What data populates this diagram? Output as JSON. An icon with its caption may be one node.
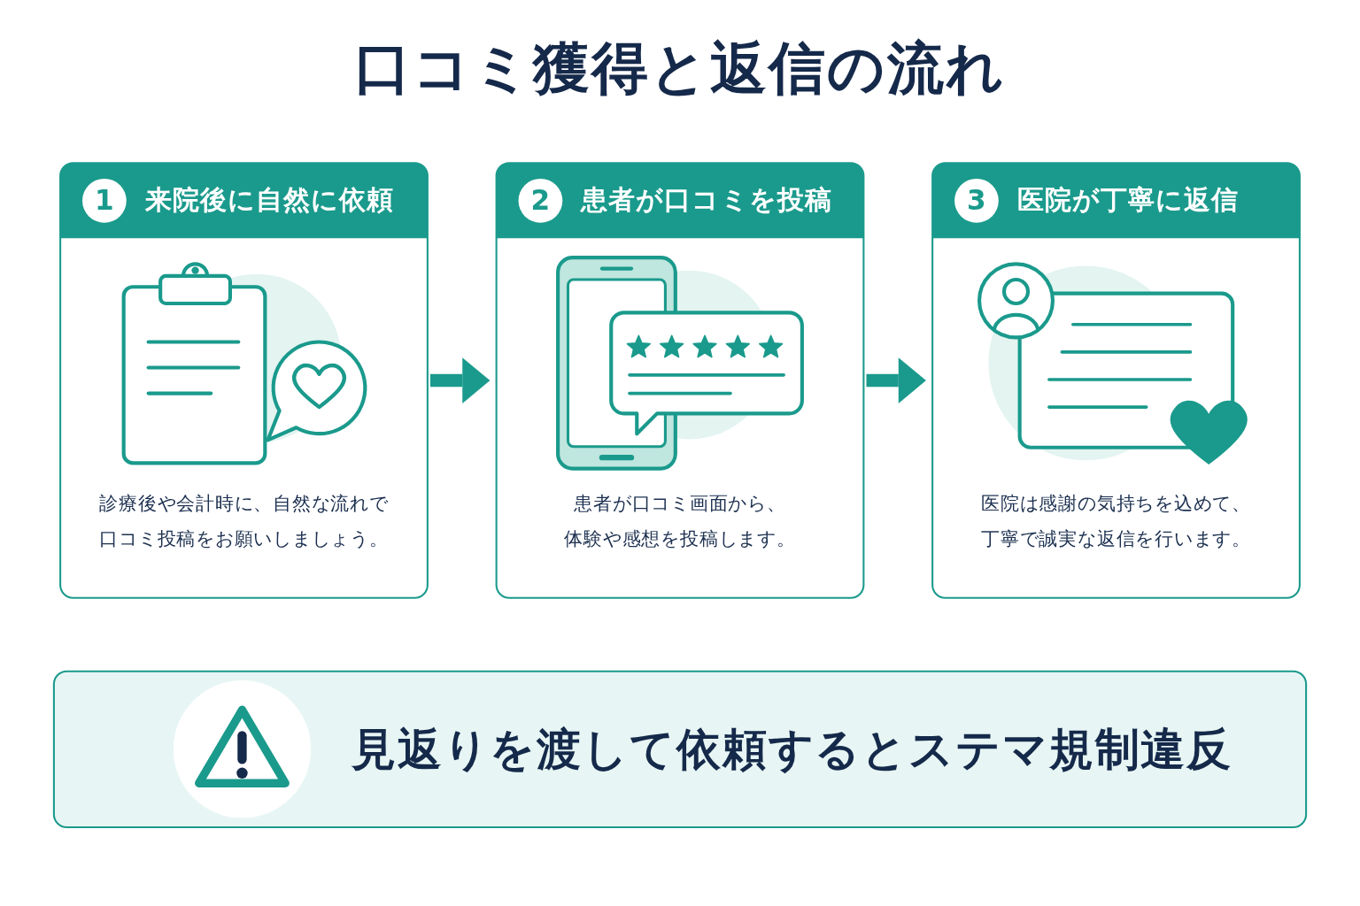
{
  "diagram": {
    "title": "口コミ獲得と返信の流れ",
    "nodes": [
      {
        "text": [
          "1",
          "来院後に自然に依頼",
          "診療後や会計時に、自然な流れで口コミ投稿をお願いしましょう。"
        ]
      },
      {
        "text": [
          "2",
          "患者が口コミを投稿",
          "患者が口コミ画面から、体験や感想を投稿します。"
        ]
      },
      {
        "text": [
          "3",
          "医院が丁寧に返信",
          "医院は感謝の気持ちを込めて、丁寧で誠実な返信を行います。"
        ]
      },
      {
        "text": [
          "見返りを渡して依頼するとステマ規制違反"
        ]
      }
    ],
    "edges": [
      {
        "from": 0,
        "to": 1,
        "arrow": "to"
      },
      {
        "from": 1,
        "to": 2,
        "arrow": "to"
      }
    ]
  }
}
